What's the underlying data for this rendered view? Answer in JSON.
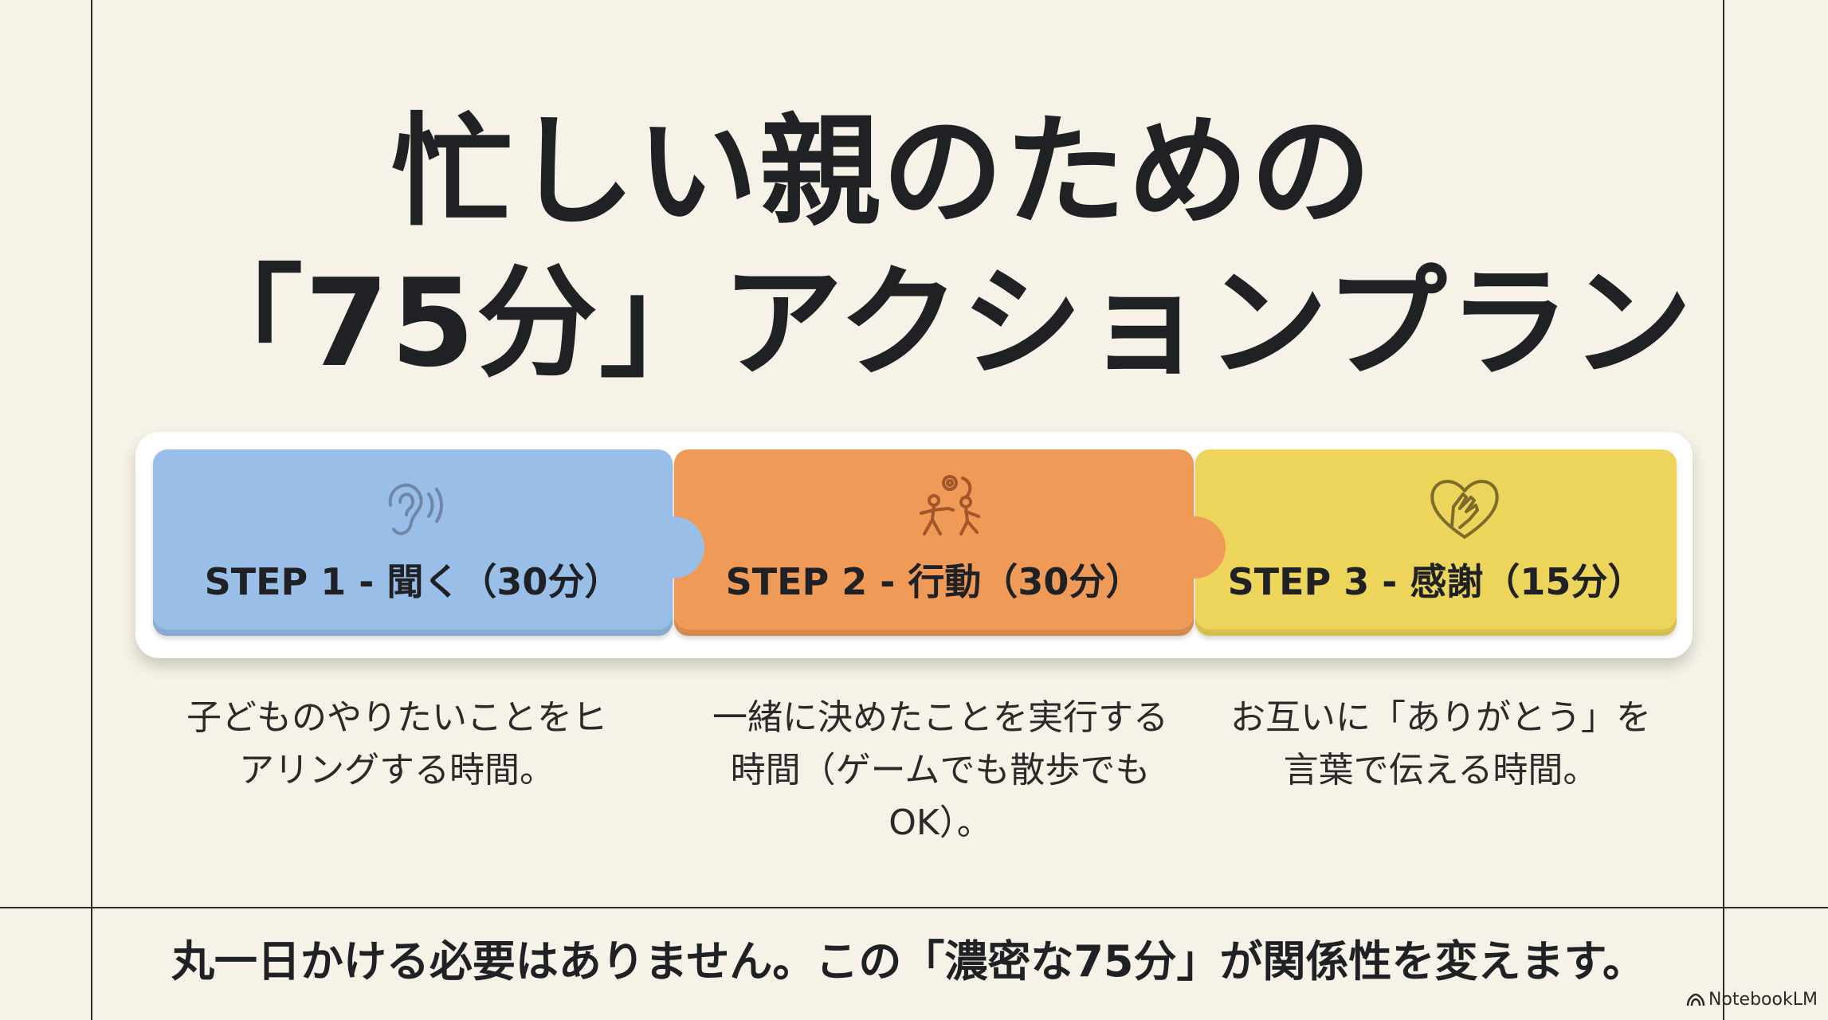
{
  "title": {
    "line1": "忙しい親のための",
    "line2": "「75分」アクションプラン"
  },
  "steps": [
    {
      "label": "STEP 1 - 聞く（30分）",
      "icon": "ear-icon",
      "color": "#99bfe9",
      "description": "子どものやりたいことをヒアリングする時間。"
    },
    {
      "label": "STEP 2 - 行動（30分）",
      "icon": "people-activity-icon",
      "color": "#ef9a57",
      "description": "一緒に決めたことを実行する時間（ゲームでも散歩でもOK）。"
    },
    {
      "label": "STEP 3 - 感謝（15分）",
      "icon": "heart-hands-icon",
      "color": "#ecd55a",
      "description": "お互いに「ありがとう」を言葉で伝える時間。"
    }
  ],
  "footer": "丸一日かける必要はありません。この「濃密な75分」が関係性を変えます。",
  "brand": "NotebookLM"
}
